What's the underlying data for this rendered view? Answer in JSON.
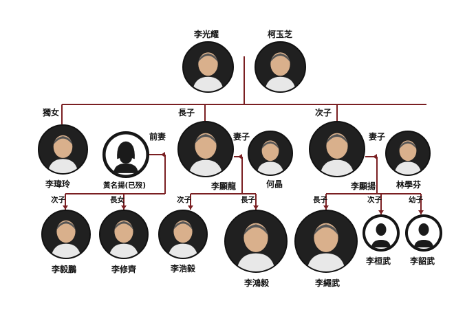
{
  "colors": {
    "line": "#7a1f22",
    "circle": "#1a1a1a",
    "placeholder": "#ffffff"
  },
  "people": {
    "lee_kuan_yew": {
      "name": "李光耀",
      "icon": "portrait-icon"
    },
    "kwa_geok_choo": {
      "name": "柯玉芝",
      "icon": "portrait-icon"
    },
    "lee_wei_ling": {
      "name": "李瑋玲",
      "role": "獨女",
      "icon": "portrait-icon"
    },
    "wong_ming_yang": {
      "name": "黃名揚(已歿)",
      "role": "前妻",
      "icon": "silhouette-female-icon"
    },
    "lee_hsien_loong": {
      "name": "李顯龍",
      "role": "長子",
      "icon": "portrait-icon"
    },
    "ho_ching": {
      "name": "何晶",
      "role": "妻子",
      "icon": "portrait-icon"
    },
    "lee_hsien_yang": {
      "name": "李顯揚",
      "role": "次子",
      "icon": "portrait-icon"
    },
    "lim_suet_fern": {
      "name": "林學芬",
      "role": "妻子",
      "icon": "portrait-icon"
    },
    "li_yipeng": {
      "name": "李毅鵬",
      "role": "次子",
      "icon": "portrait-icon"
    },
    "li_xiuqi": {
      "name": "李修齊",
      "role": "長女",
      "icon": "portrait-icon"
    },
    "li_haoyi": {
      "name": "李浩毅",
      "role": "次子",
      "icon": "portrait-icon"
    },
    "li_hongyi": {
      "name": "李鴻毅",
      "role": "長子",
      "icon": "portrait-icon"
    },
    "li_shengwu": {
      "name": "李繩武",
      "role": "長子",
      "icon": "portrait-icon"
    },
    "li_huanwu": {
      "name": "李桓武",
      "role": "次子",
      "icon": "silhouette-male-icon"
    },
    "li_shaowu": {
      "name": "李韶武",
      "role": "幼子",
      "icon": "silhouette-male-icon"
    }
  }
}
